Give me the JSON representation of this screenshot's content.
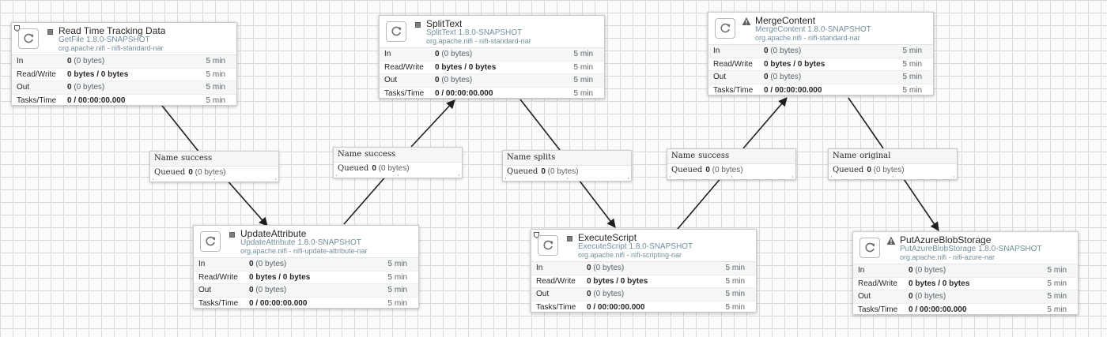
{
  "processors": [
    {
      "id": "read",
      "name": "Read Time Tracking Data",
      "type_version": "GetFile 1.8.0-SNAPSHOT",
      "bundle": "org.apache.nifi - nifi-standard-nar",
      "status": "stopped",
      "versioned": true,
      "stats": {
        "in_label": "In",
        "in_count": "0",
        "in_size": "(0 bytes)",
        "in_time": "5 min",
        "rw_label": "Read/Write",
        "rw_value": "0 bytes / 0 bytes",
        "rw_time": "5 min",
        "out_label": "Out",
        "out_count": "0",
        "out_size": "(0 bytes)",
        "out_time": "5 min",
        "tasks_label": "Tasks/Time",
        "tasks_value": "0 / 00:00:00.000",
        "tasks_time": "5 min"
      }
    },
    {
      "id": "update",
      "name": "UpdateAttribute",
      "type_version": "UpdateAttribute 1.8.0-SNAPSHOT",
      "bundle": "org.apache.nifi - nifi-update-attribute-nar",
      "status": "stopped",
      "versioned": false,
      "stats": {
        "in_label": "In",
        "in_count": "0",
        "in_size": "(0 bytes)",
        "in_time": "5 min",
        "rw_label": "Read/Write",
        "rw_value": "0 bytes / 0 bytes",
        "rw_time": "5 min",
        "out_label": "Out",
        "out_count": "0",
        "out_size": "(0 bytes)",
        "out_time": "5 min",
        "tasks_label": "Tasks/Time",
        "tasks_value": "0 / 00:00:00.000",
        "tasks_time": "5 min"
      }
    },
    {
      "id": "split",
      "name": "SplitText",
      "type_version": "SplitText 1.8.0-SNAPSHOT",
      "bundle": "org.apache.nifi - nifi-standard-nar",
      "status": "stopped",
      "versioned": false,
      "stats": {
        "in_label": "In",
        "in_count": "0",
        "in_size": "(0 bytes)",
        "in_time": "5 min",
        "rw_label": "Read/Write",
        "rw_value": "0 bytes / 0 bytes",
        "rw_time": "5 min",
        "out_label": "Out",
        "out_count": "0",
        "out_size": "(0 bytes)",
        "out_time": "5 min",
        "tasks_label": "Tasks/Time",
        "tasks_value": "0 / 00:00:00.000",
        "tasks_time": "5 min"
      }
    },
    {
      "id": "exec",
      "name": "ExecuteScript",
      "type_version": "ExecuteScript 1.8.0-SNAPSHOT",
      "bundle": "org.apache.nifi - nifi-scripting-nar",
      "status": "stopped",
      "versioned": true,
      "stats": {
        "in_label": "In",
        "in_count": "0",
        "in_size": "(0 bytes)",
        "in_time": "5 min",
        "rw_label": "Read/Write",
        "rw_value": "0 bytes / 0 bytes",
        "rw_time": "5 min",
        "out_label": "Out",
        "out_count": "0",
        "out_size": "(0 bytes)",
        "out_time": "5 min",
        "tasks_label": "Tasks/Time",
        "tasks_value": "0 / 00:00:00.000",
        "tasks_time": "5 min"
      }
    },
    {
      "id": "merge",
      "name": "MergeContent",
      "type_version": "MergeContent 1.8.0-SNAPSHOT",
      "bundle": "org.apache.nifi - nifi-standard-nar",
      "status": "invalid",
      "versioned": false,
      "stats": {
        "in_label": "In",
        "in_count": "0",
        "in_size": "(0 bytes)",
        "in_time": "5 min",
        "rw_label": "Read/Write",
        "rw_value": "0 bytes / 0 bytes",
        "rw_time": "5 min",
        "out_label": "Out",
        "out_count": "0",
        "out_size": "(0 bytes)",
        "out_time": "5 min",
        "tasks_label": "Tasks/Time",
        "tasks_value": "0 / 00:00:00.000",
        "tasks_time": "5 min"
      }
    },
    {
      "id": "azure",
      "name": "PutAzureBlobStorage",
      "type_version": "PutAzureBlobStorage 1.8.0-SNAPSHOT",
      "bundle": "org.apache.nifi - nifi-azure-nar",
      "status": "invalid",
      "versioned": false,
      "stats": {
        "in_label": "In",
        "in_count": "0",
        "in_size": "(0 bytes)",
        "in_time": "5 min",
        "rw_label": "Read/Write",
        "rw_value": "0 bytes / 0 bytes",
        "rw_time": "5 min",
        "out_label": "Out",
        "out_count": "0",
        "out_size": "(0 bytes)",
        "out_time": "5 min",
        "tasks_label": "Tasks/Time",
        "tasks_value": "0 / 00:00:00.000",
        "tasks_time": "5 min"
      }
    }
  ],
  "connections": [
    {
      "id": "c1",
      "name_label": "Name",
      "name": "success",
      "queued_label": "Queued",
      "queued_count": "0",
      "queued_size": "(0 bytes)"
    },
    {
      "id": "c2",
      "name_label": "Name",
      "name": "success",
      "queued_label": "Queued",
      "queued_count": "0",
      "queued_size": "(0 bytes)"
    },
    {
      "id": "c3",
      "name_label": "Name",
      "name": "splits",
      "queued_label": "Queued",
      "queued_count": "0",
      "queued_size": "(0 bytes)"
    },
    {
      "id": "c4",
      "name_label": "Name",
      "name": "success",
      "queued_label": "Queued",
      "queued_count": "0",
      "queued_size": "(0 bytes)"
    },
    {
      "id": "c5",
      "name_label": "Name",
      "name": "original",
      "queued_label": "Queued",
      "queued_count": "0",
      "queued_size": "(0 bytes)"
    }
  ],
  "colors": {
    "canvas": "#fbfbfb",
    "grid": "#d9dadb",
    "edge": "#1f1f1f",
    "secondary_text": "#728e9b"
  }
}
